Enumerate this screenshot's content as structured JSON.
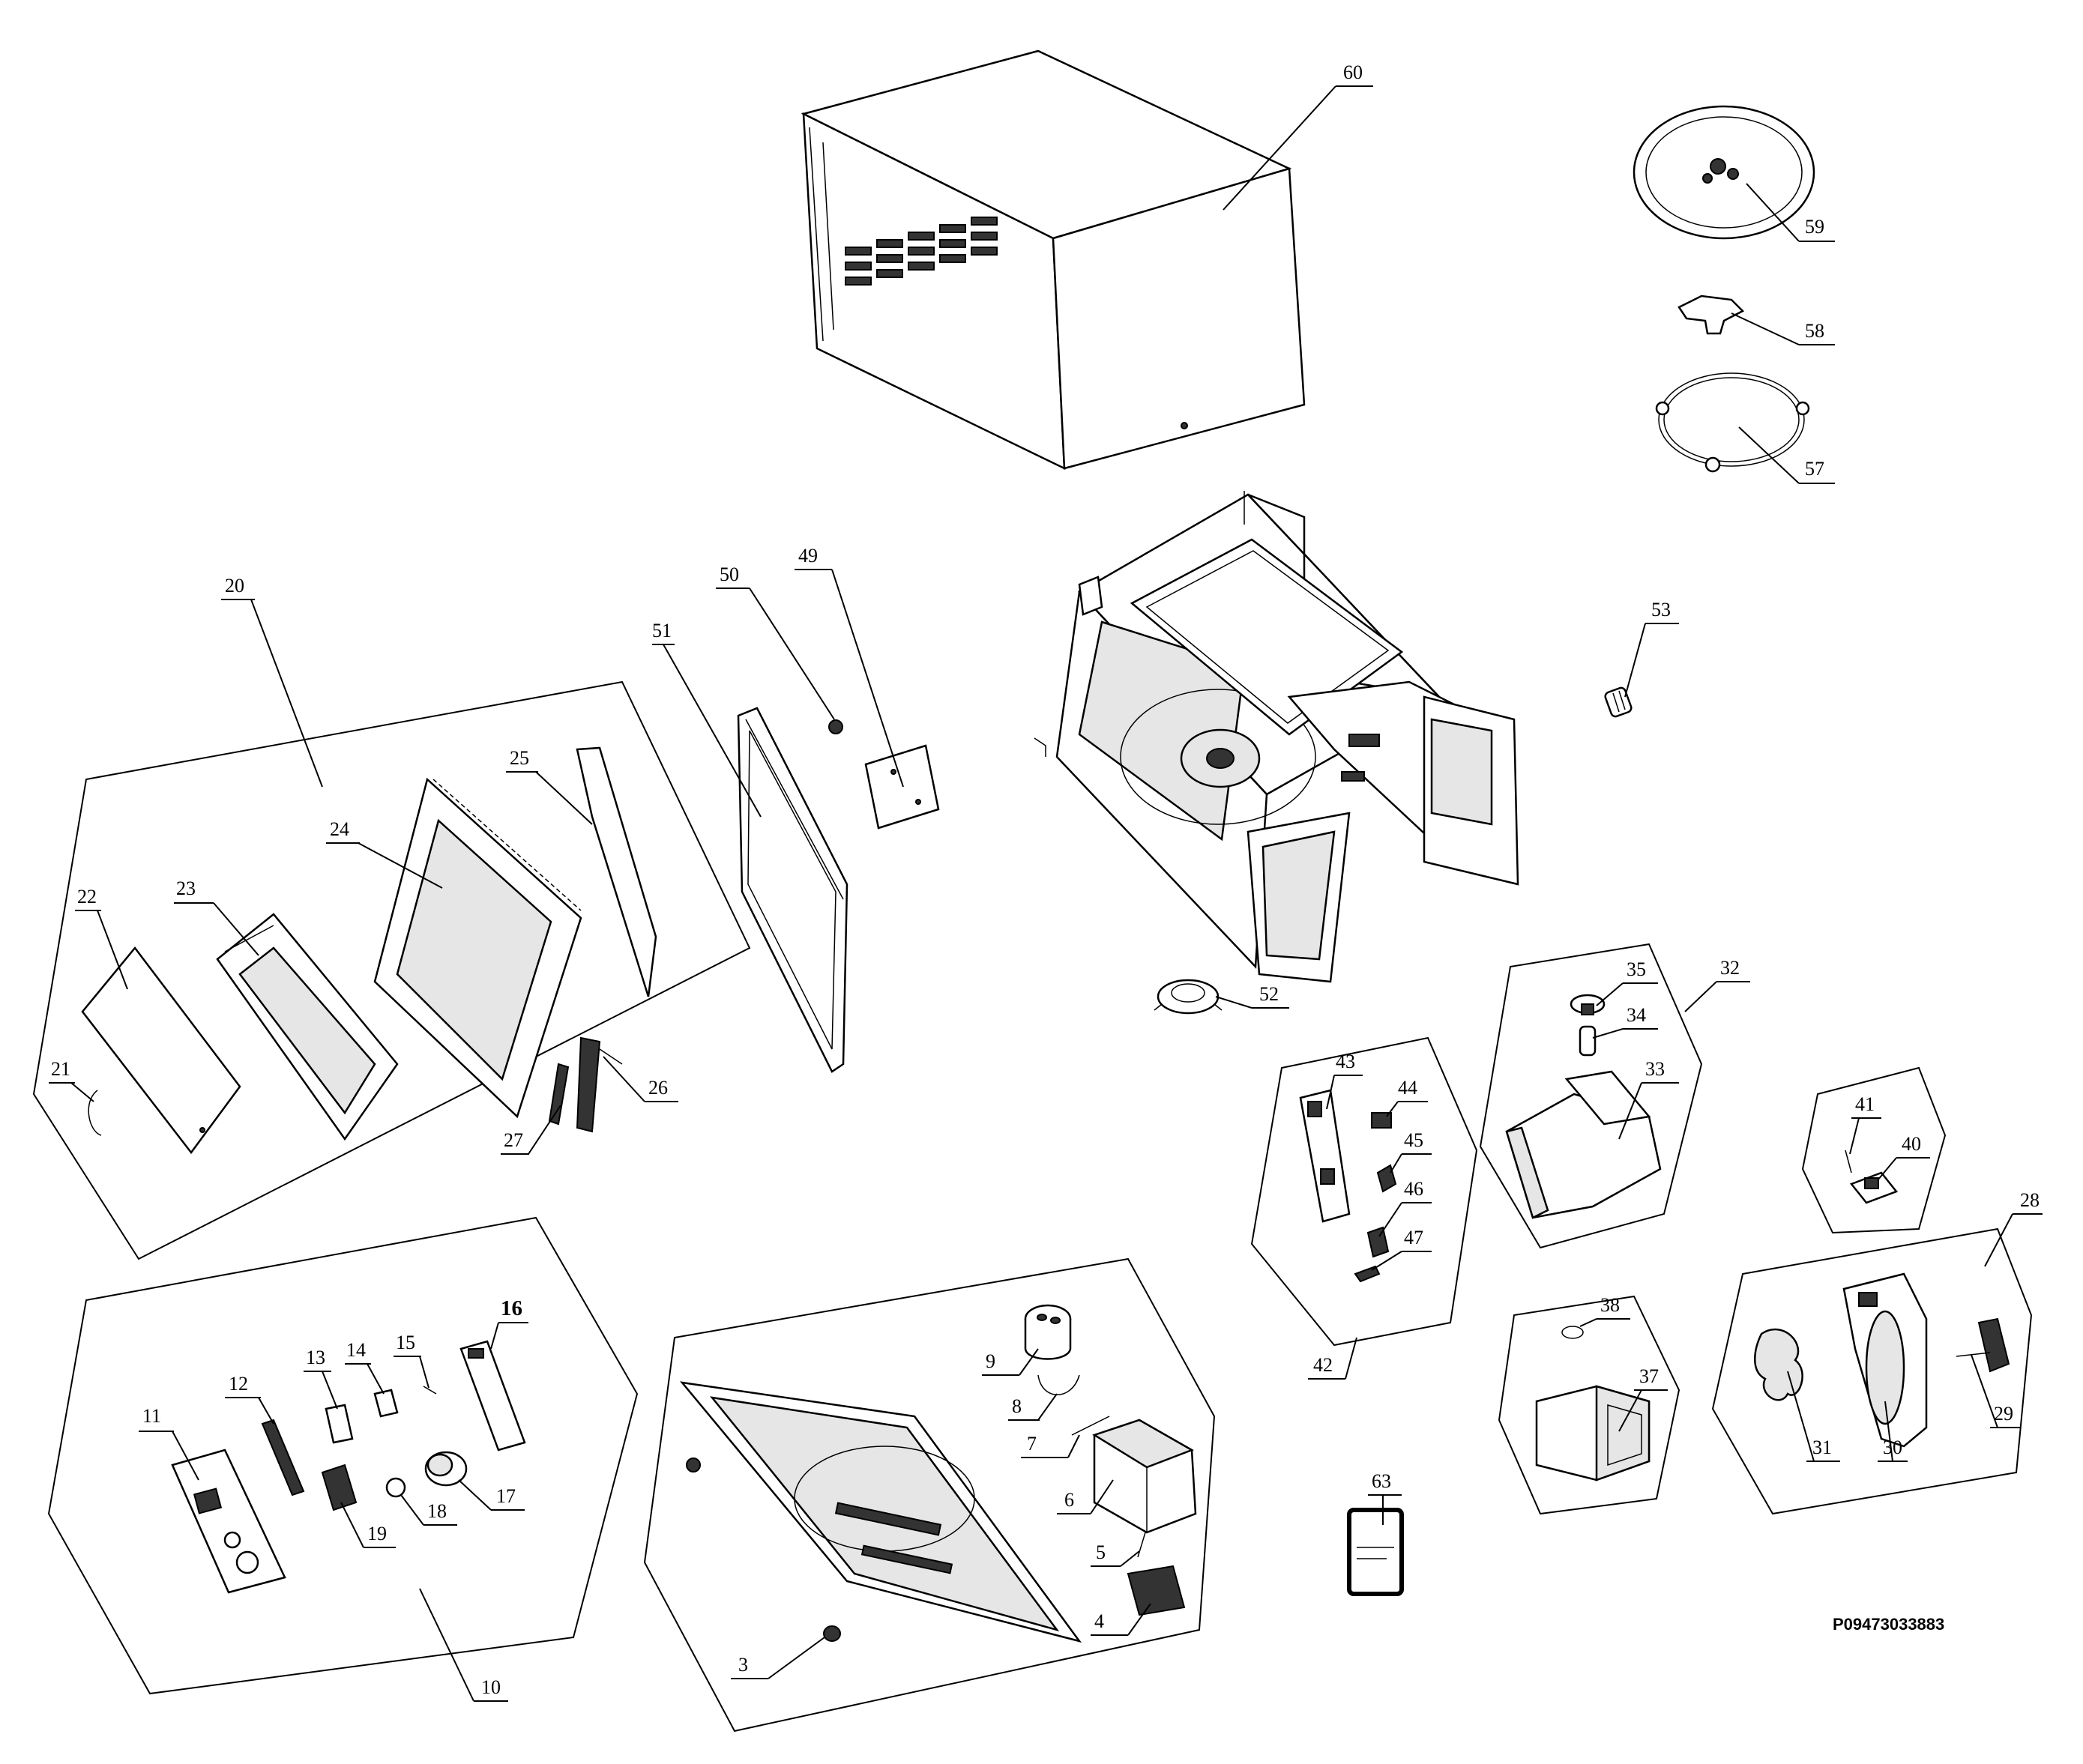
{
  "drawing_code": "P09473033883",
  "labels": {
    "p3": "3",
    "p4": "4",
    "p5": "5",
    "p6": "6",
    "p7": "7",
    "p8": "8",
    "p9": "9",
    "p10": "10",
    "p11": "11",
    "p12": "12",
    "p13": "13",
    "p14": "14",
    "p15": "15",
    "p16": "16",
    "p17": "17",
    "p18": "18",
    "p19": "19",
    "p20": "20",
    "p21": "21",
    "p22": "22",
    "p23": "23",
    "p24": "24",
    "p25": "25",
    "p26": "26",
    "p27": "27",
    "p28": "28",
    "p29": "29",
    "p30": "30",
    "p31": "31",
    "p32": "32",
    "p33": "33",
    "p34": "34",
    "p35": "35",
    "p37": "37",
    "p38": "38",
    "p40": "40",
    "p41": "41",
    "p42": "42",
    "p43": "43",
    "p44": "44",
    "p45": "45",
    "p46": "46",
    "p47": "47",
    "p49": "49",
    "p50": "50",
    "p51": "51",
    "p52": "52",
    "p53": "53",
    "p57": "57",
    "p58": "58",
    "p59": "59",
    "p60": "60",
    "p63": "63"
  }
}
